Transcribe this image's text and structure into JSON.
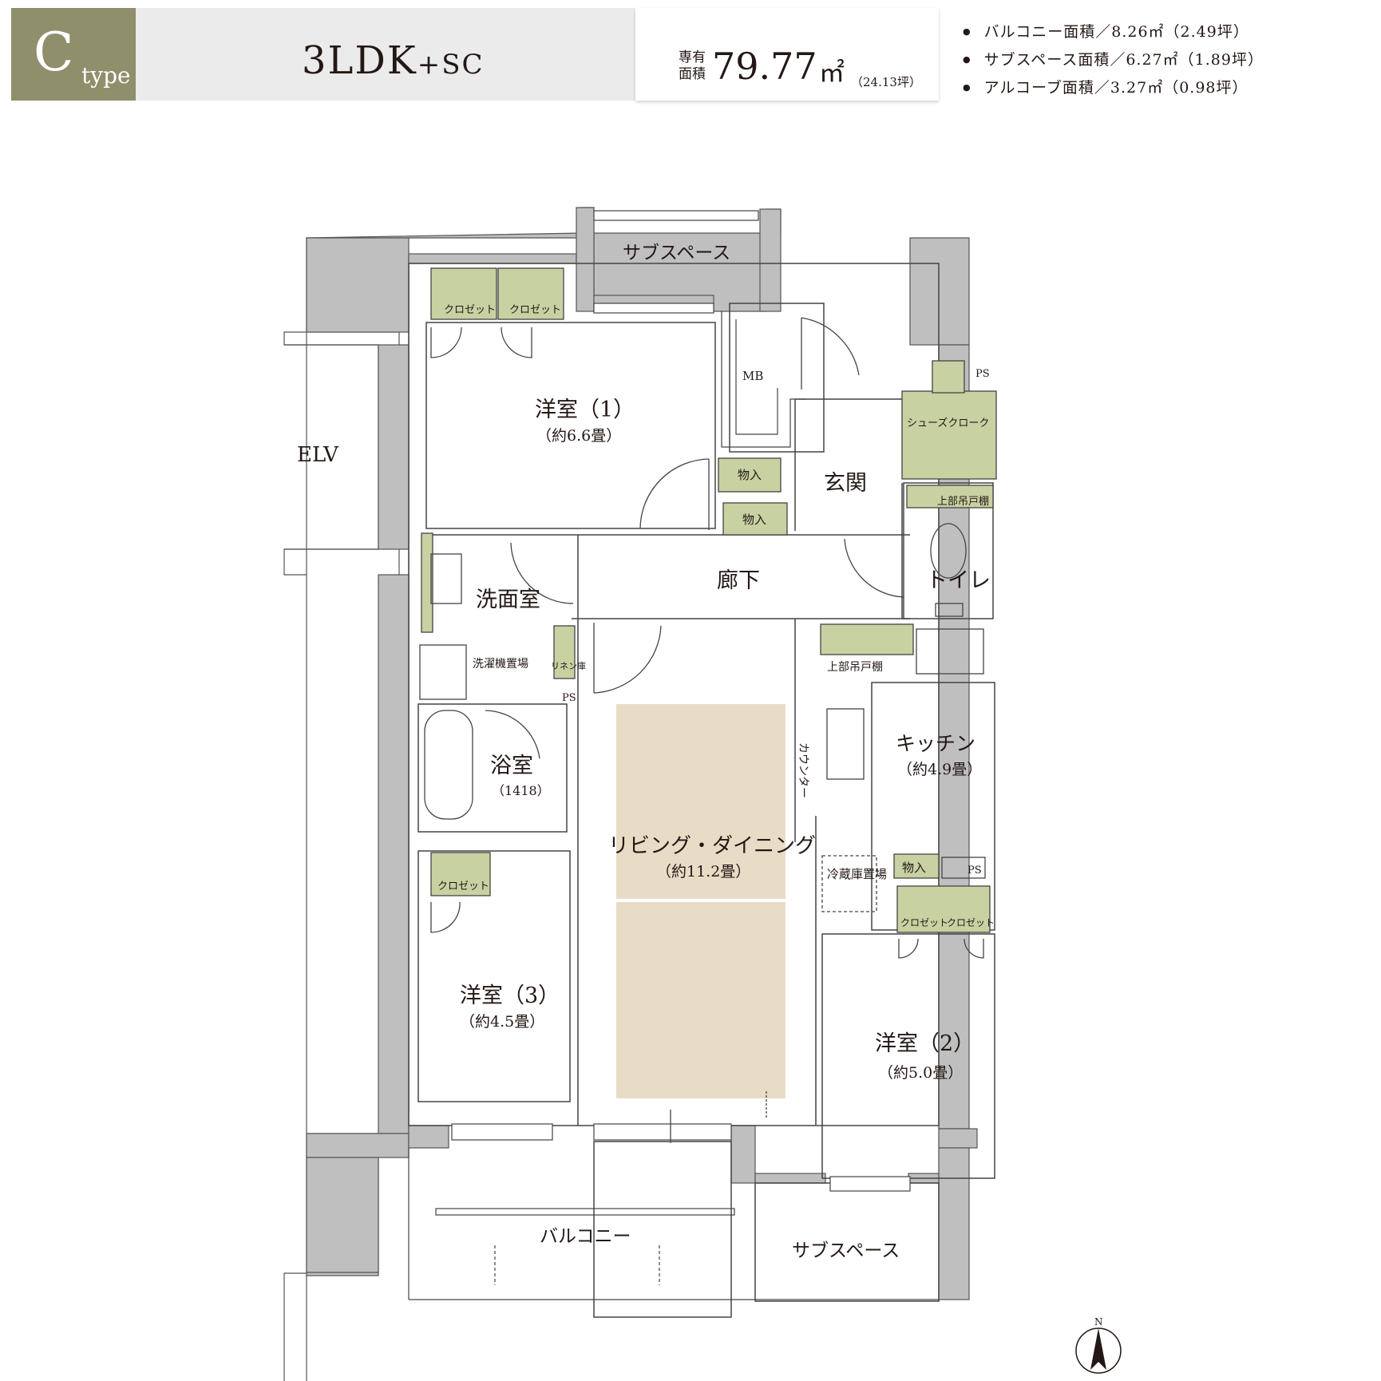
{
  "header": {
    "type_letter": "C",
    "type_word": "type",
    "layout": "3LDK",
    "layout_suffix": "+SC",
    "area_label": "専有面積",
    "area_value": "79.77",
    "area_unit": "㎡",
    "area_tsubo": "（24.13坪）"
  },
  "notes": [
    "バルコニー面積／8.26㎡（2.49坪）",
    "サブスペース面積／6.27㎡（1.89坪）",
    "アルコーブ面積／3.27㎡（0.98坪）"
  ],
  "rooms": {
    "elv": "ELV",
    "subspace_top": "サブスペース",
    "closet": "クロゼット",
    "room1": "洋室（1）",
    "room1_size": "（約6.6畳）",
    "mb": "MB",
    "ps": "PS",
    "shoes_closet": "シューズクローク",
    "storage": "物入",
    "entrance": "玄関",
    "upper_cabinet": "上部吊戸棚",
    "corridor": "廊下",
    "toilet": "トイレ",
    "washroom": "洗面室",
    "linen": "リネン庫",
    "washer": "洗濯機置場",
    "counter": "カウンター",
    "bath": "浴室",
    "bath_size": "（1418）",
    "kitchen": "キッチン",
    "kitchen_size": "（約4.9畳）",
    "living": "リビング・ダイニング",
    "living_size": "（約11.2畳）",
    "fridge": "冷蔵庫置場",
    "room3": "洋室（3）",
    "room3_size": "（約4.5畳）",
    "room2": "洋室（2）",
    "room2_size": "（約5.0畳）",
    "balcony": "バルコニー",
    "subspace_bottom": "サブスペース",
    "north": "N"
  },
  "colors": {
    "header_type_bg": "#8f8f6c",
    "header_plan_bg": "#ebebeb",
    "wall": "#bfbfbf",
    "storage_fill": "#c8d1a2",
    "living_floor": "#e9dcc6"
  }
}
